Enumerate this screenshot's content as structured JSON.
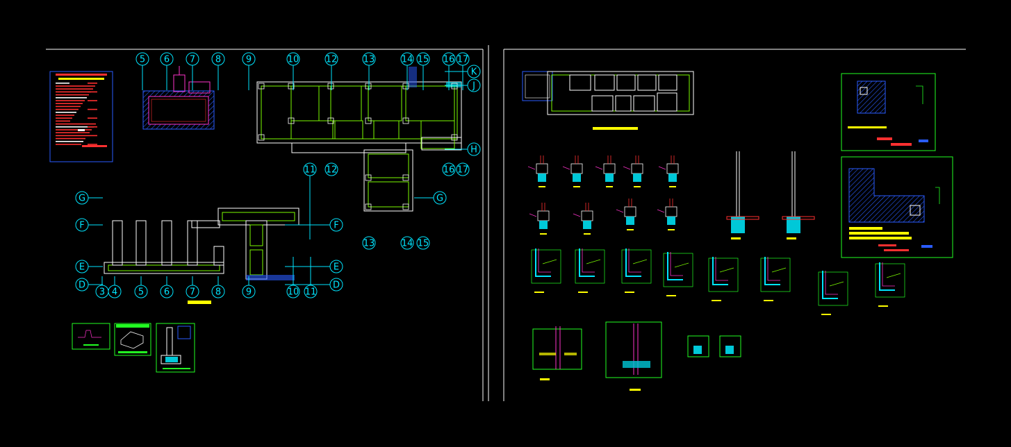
{
  "axes_left_top": [
    "5",
    "6",
    "7",
    "8",
    "9",
    "10",
    "12",
    "13",
    "14",
    "15",
    "16",
    "17"
  ],
  "axes_left_top_right": [
    "K",
    "J",
    "H"
  ],
  "axes_left_mid": [
    "11",
    "12",
    "13",
    "14",
    "15",
    "16",
    "17",
    "G"
  ],
  "axes_left_bottom_rows": [
    "G",
    "F",
    "E",
    "D"
  ],
  "axes_left_bottom_cols": [
    "3",
    "4",
    "5",
    "6",
    "7",
    "8",
    "9",
    "10",
    "11"
  ],
  "axes_left_bottom_right": [
    "F",
    "E",
    "D"
  ],
  "colors": {
    "background": "#000000",
    "grid": "#00e5ff",
    "wall": "#ffffff",
    "rebar": "#7CFC00",
    "dimension": "#ff3030",
    "annotation": "#ff33cc",
    "hatch": "#2a5cff",
    "title_bar": "#ffff00",
    "frame": "#ffffff"
  }
}
